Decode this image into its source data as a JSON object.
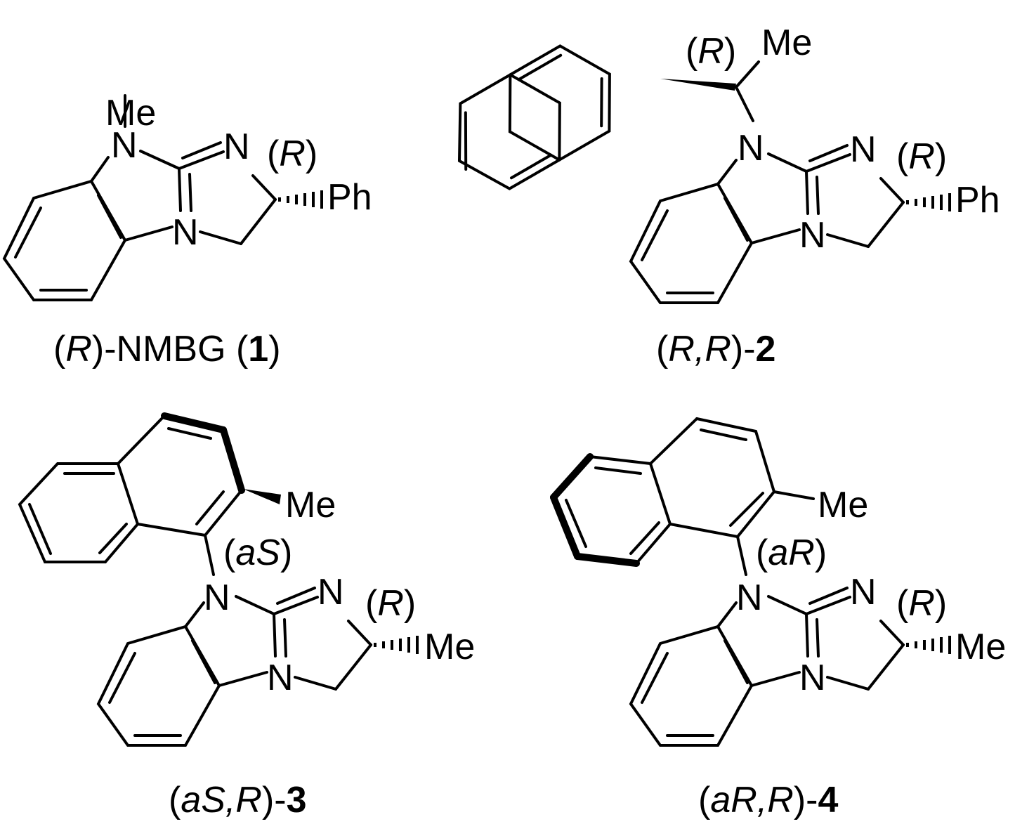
{
  "colors": {
    "ink": "#000000",
    "background": "#ffffff"
  },
  "compounds": [
    {
      "id": "1",
      "caption": {
        "open": "(",
        "desc": "R",
        "mid": ")-NMBG (",
        "num": "1",
        "close": ")"
      },
      "atoms": {
        "n_methyl": "N",
        "n_imine": "N",
        "n_ring": "N",
        "methyl": "Me",
        "substituent": "Ph"
      },
      "stereo": {
        "center": "R"
      }
    },
    {
      "id": "2",
      "caption": {
        "open": "(",
        "desc1": "R",
        "sep": ",",
        "desc2": "R",
        "close": ")-",
        "num": "2"
      },
      "atoms": {
        "n_aryl": "N",
        "n_imine": "N",
        "n_ring": "N",
        "methyl": "Me",
        "substituent": "Ph"
      },
      "stereo": {
        "side_chain": "R",
        "center": "R"
      }
    },
    {
      "id": "3",
      "caption": {
        "open": "(",
        "desc1": "aS",
        "sep": ",",
        "desc2": "R",
        "close": ")-",
        "num": "3"
      },
      "atoms": {
        "n_aryl": "N",
        "n_imine": "N",
        "n_ring": "N",
        "aryl_methyl": "Me",
        "substituent": "Me"
      },
      "stereo": {
        "axis": "aS",
        "center": "R"
      }
    },
    {
      "id": "4",
      "caption": {
        "open": "(",
        "desc1": "aR",
        "sep": ",",
        "desc2": "R",
        "close": ")-",
        "num": "4"
      },
      "atoms": {
        "n_aryl": "N",
        "n_imine": "N",
        "n_ring": "N",
        "aryl_methyl": "Me",
        "substituent": "Me"
      },
      "stereo": {
        "axis": "aR",
        "center": "R"
      }
    }
  ]
}
